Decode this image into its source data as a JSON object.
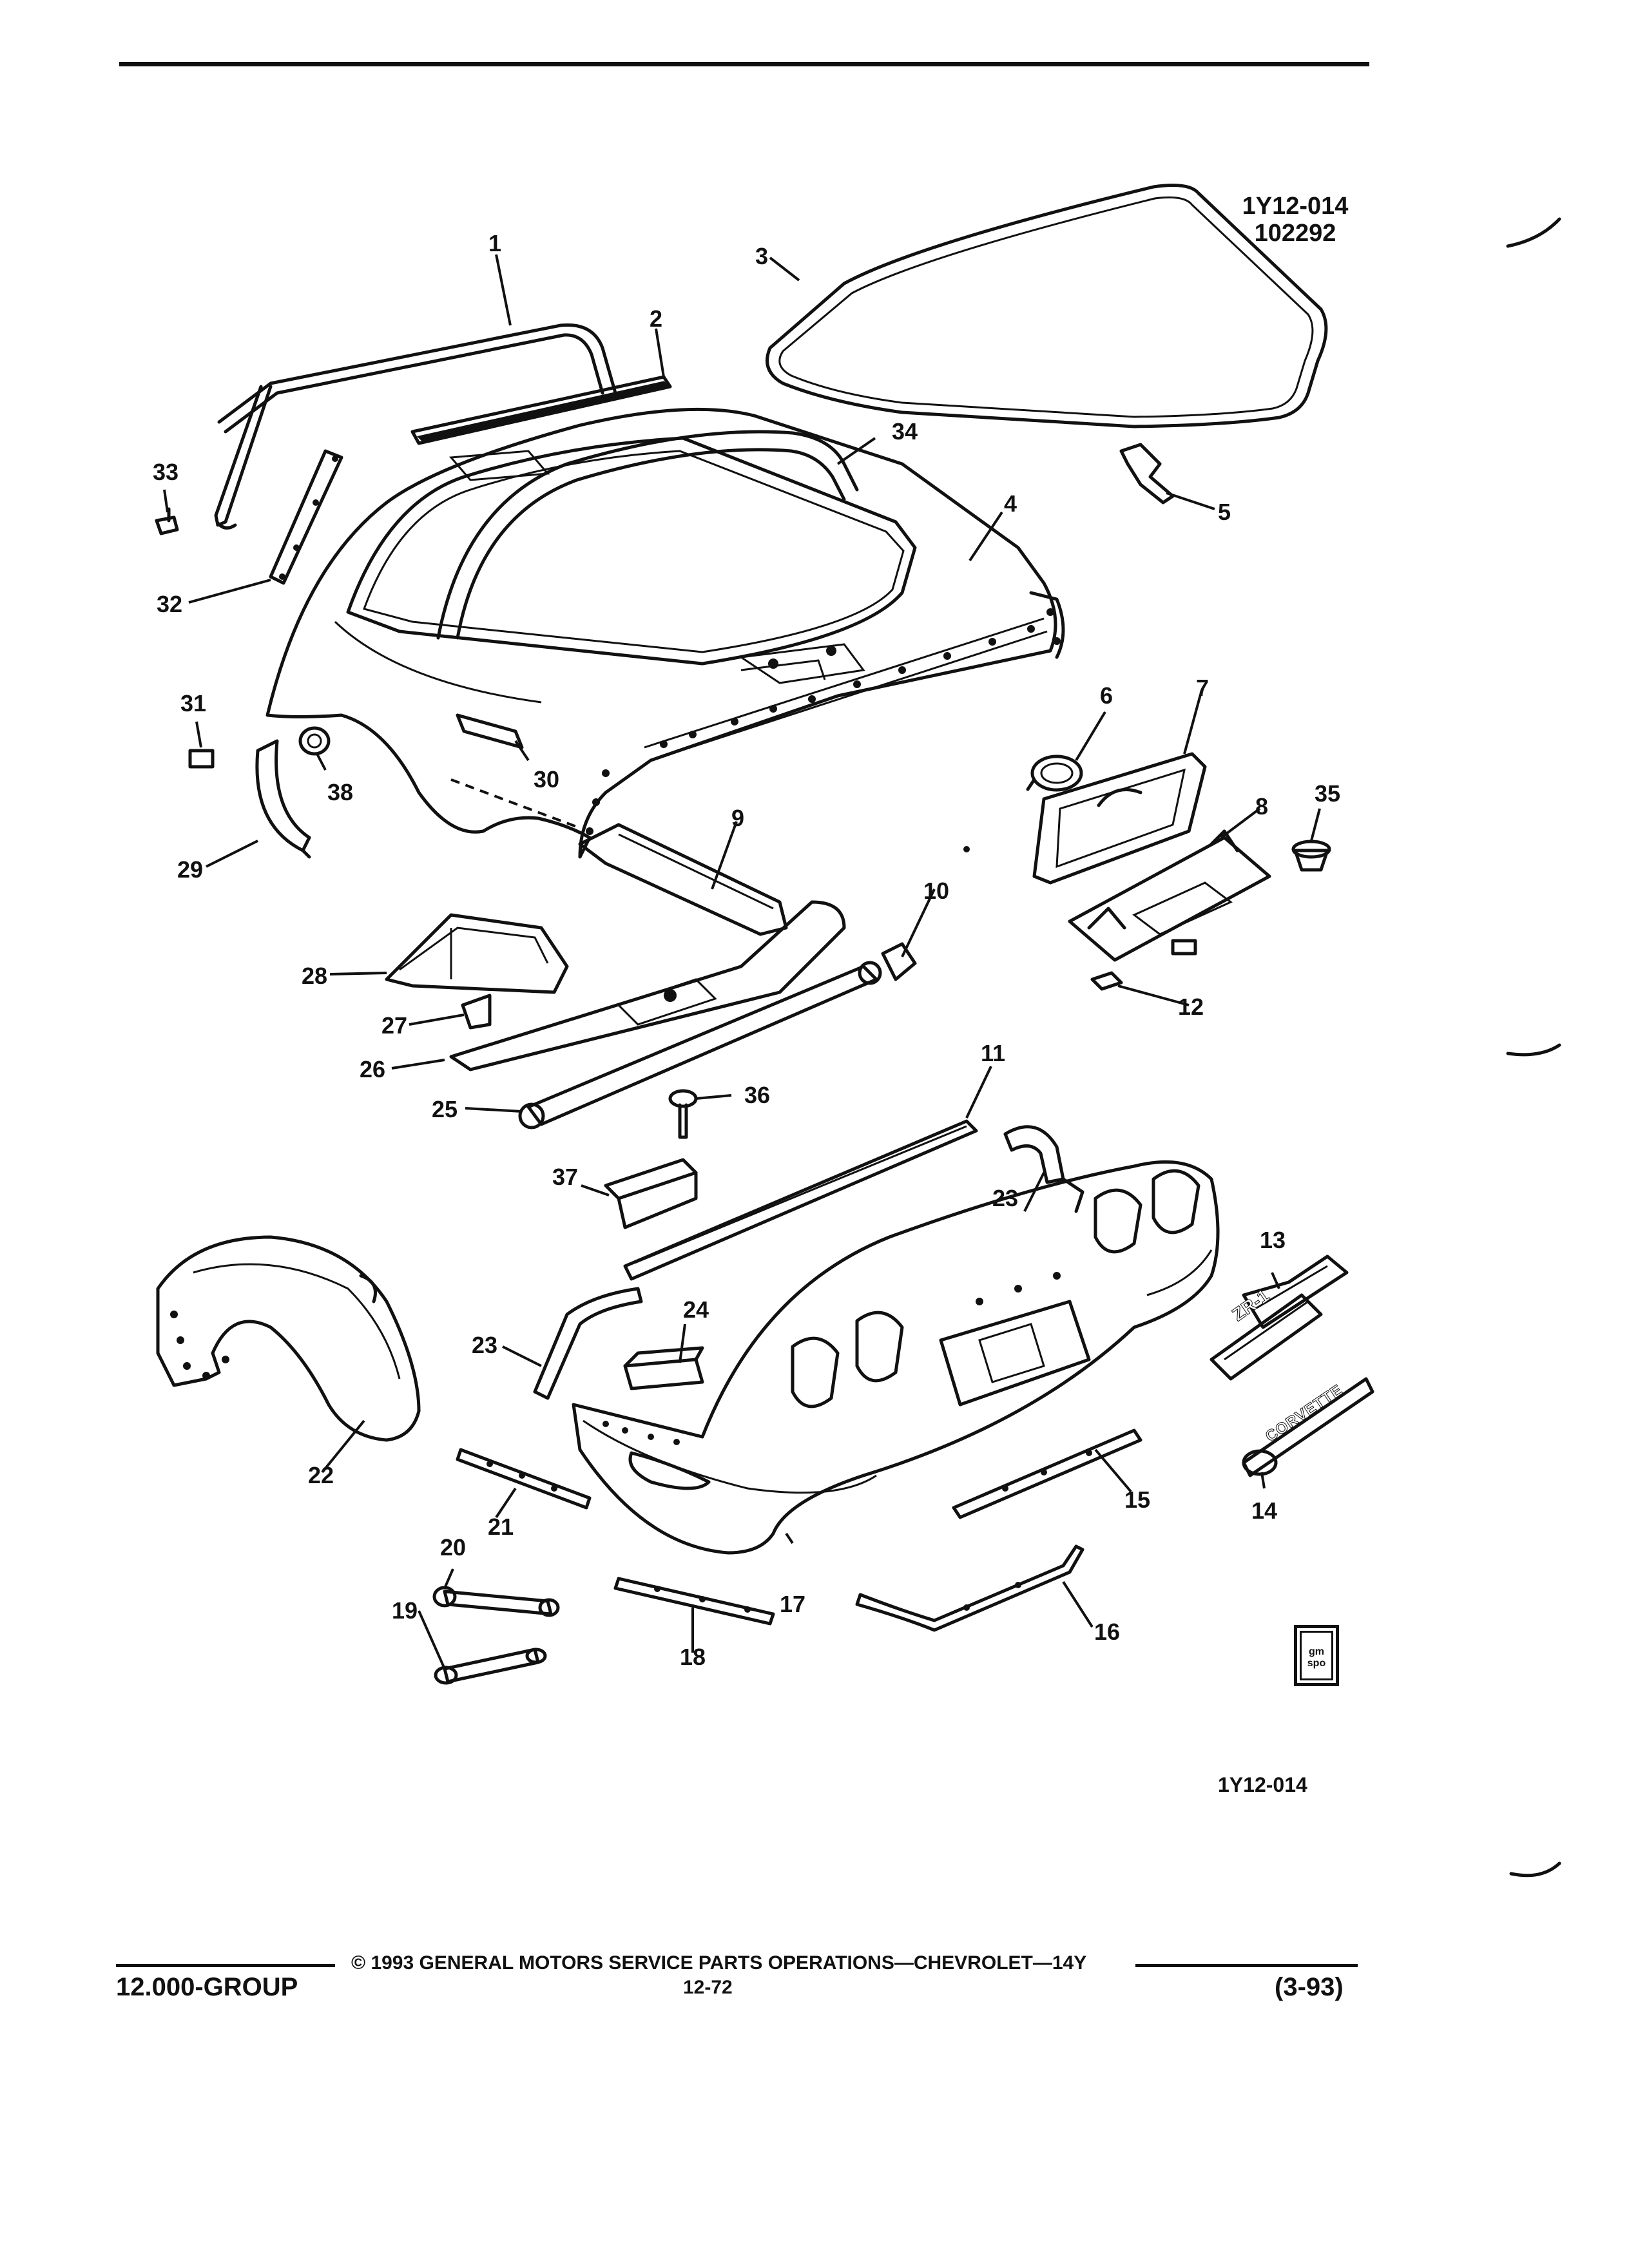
{
  "header": {
    "illustration_code": "1Y12-014",
    "illustration_date": "102292"
  },
  "illustration_id": "1Y12-014",
  "badge": {
    "line1": "gm",
    "line2": "spo"
  },
  "callouts": [
    "1",
    "2",
    "3",
    "4",
    "5",
    "6",
    "7",
    "8",
    "9",
    "10",
    "11",
    "12",
    "13",
    "14",
    "15",
    "16",
    "17",
    "18",
    "19",
    "20",
    "21",
    "22",
    "23",
    "23",
    "24",
    "25",
    "26",
    "27",
    "28",
    "29",
    "30",
    "31",
    "32",
    "33",
    "34",
    "35",
    "36",
    "37",
    "38"
  ],
  "emblems": {
    "zr1": "ZR-1",
    "corvette": "CORVETTE"
  },
  "footer": {
    "copyright": "© 1993 GENERAL MOTORS SERVICE PARTS OPERATIONS—CHEVROLET—14Y",
    "group": "12.000-GROUP",
    "page_number": "12-72",
    "date_code": "(3-93)"
  }
}
